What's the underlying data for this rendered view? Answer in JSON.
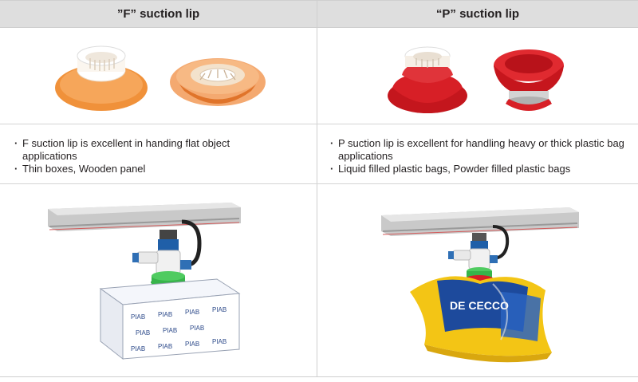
{
  "left": {
    "header": "”F” suction lip",
    "bullets": [
      "F suction lip is excellent in handing flat object applications",
      "Thin boxes, Wooden panel"
    ],
    "box_brand": "PIAB"
  },
  "right": {
    "header": "“P” suction lip",
    "bullets": [
      "P suction lip is excellent for handling heavy or thick plastic bag applications",
      "Liquid filled plastic bags, Powder filled plastic bags"
    ],
    "bag_brand": "DE CECCO"
  },
  "colors": {
    "header_bg": "#dedede",
    "f_cup": "#f0913a",
    "p_cup": "#d71f26",
    "green_cup": "#37b44a"
  }
}
